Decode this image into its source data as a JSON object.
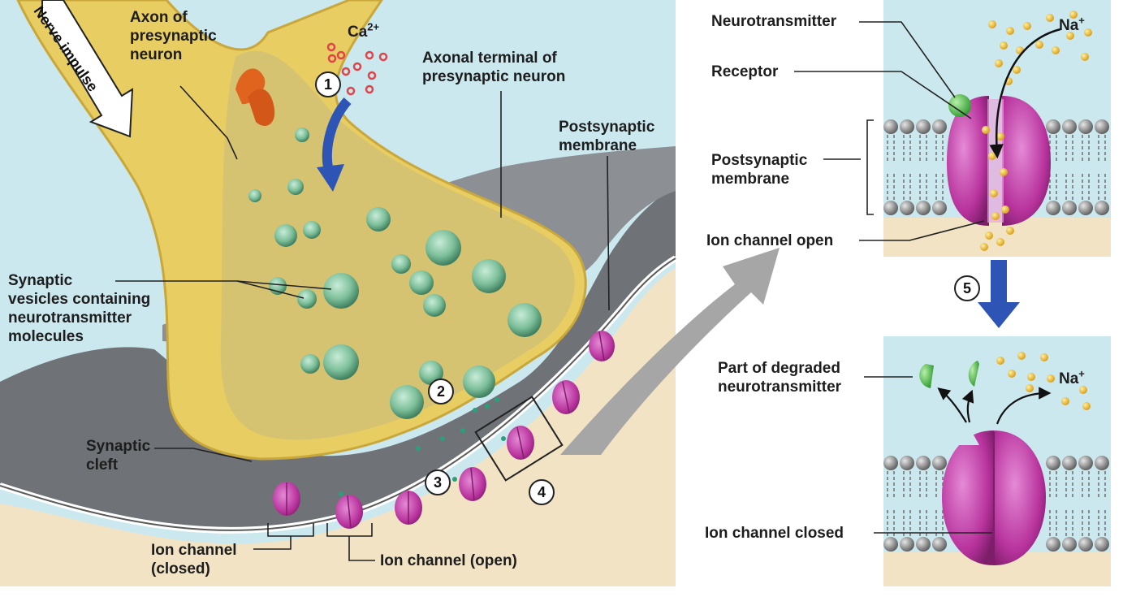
{
  "impulse_label": "Nerve impulse",
  "labels": {
    "axon": [
      "Axon of",
      "presynaptic",
      "neuron"
    ],
    "calcium_base": "Ca",
    "calcium_charge": "2+",
    "terminal": [
      "Axonal terminal of",
      "presynaptic neuron"
    ],
    "postsyn_left": [
      "Postsynaptic",
      "membrane"
    ],
    "vesicles": [
      "Synaptic",
      "vesicles containing",
      "neurotransmitter",
      "molecules"
    ],
    "cleft": [
      "Synaptic",
      "cleft"
    ],
    "ion_closed": [
      "Ion channel",
      "(closed)"
    ],
    "ion_open_left": "Ion channel (open)",
    "neurotransmitter": "Neurotransmitter",
    "receptor": "Receptor",
    "postsyn_right": [
      "Postsynaptic",
      "membrane"
    ],
    "ion_open_right": "Ion channel open",
    "sodium_top_base": "Na",
    "sodium_top_charge": "+",
    "degraded": [
      "Part of degraded",
      "neurotransmitter"
    ],
    "sodium_bottom_base": "Na",
    "sodium_bottom_charge": "+",
    "ion_closed_right": "Ion channel closed"
  },
  "steps": [
    "1",
    "2",
    "3",
    "4",
    "5"
  ],
  "colors": {
    "extracellular": "#cbe8ef",
    "axon_fill": "#e7cd62",
    "axon_outline": "#c9a73a",
    "terminal_inner": "#d4c170",
    "cleft_gray": "#6f7276",
    "postsynaptic_tan": "#f2e3c4",
    "vesicle": "#7dbf9a",
    "channel": "#b8339d",
    "calcium": "#e0434a",
    "sodium": "#f3c43a",
    "arrow_blue": "#2e55b5",
    "neurotransmitter_green": "#4dc24d"
  }
}
